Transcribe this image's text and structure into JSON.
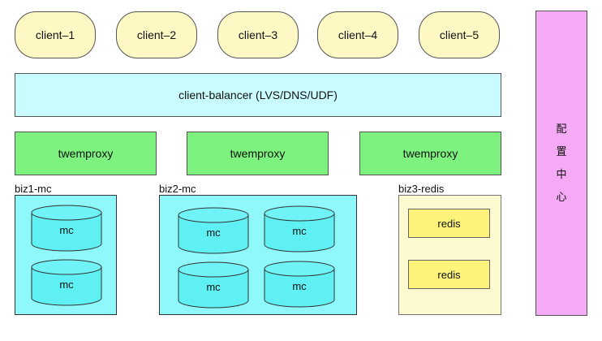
{
  "clients": [
    "client–1",
    "client–2",
    "client–3",
    "client–4",
    "client–5"
  ],
  "balancer": "client-balancer (LVS/DNS/UDF)",
  "proxies": [
    "twemproxy",
    "twemproxy",
    "twemproxy"
  ],
  "groups": {
    "biz1": {
      "label": "biz1-mc",
      "nodes": [
        "mc",
        "mc"
      ]
    },
    "biz2": {
      "label": "biz2-mc",
      "nodes": [
        "mc",
        "mc",
        "mc",
        "mc"
      ]
    },
    "biz3": {
      "label": "biz3-redis",
      "nodes": [
        "redis",
        "redis"
      ]
    }
  },
  "config_center": [
    "配",
    "置",
    "中",
    "心"
  ],
  "colors": {
    "client": "#fdf8c4",
    "balancer": "#c8fcff",
    "proxy": "#7ef27e",
    "mc_group": "#8ff8fb",
    "redis_group": "#fdfad0",
    "redis_node": "#fdf37a",
    "config_center": "#f4aaf5"
  }
}
